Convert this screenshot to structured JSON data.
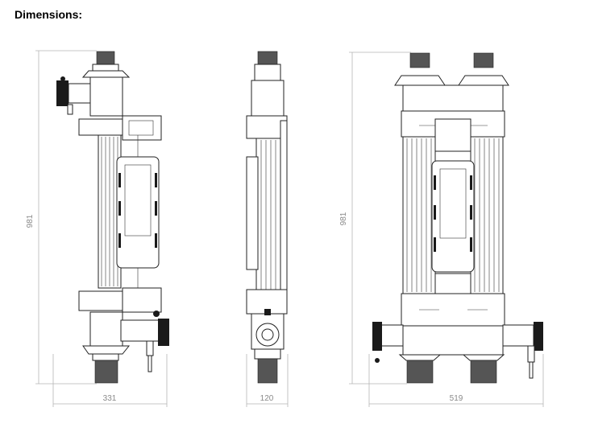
{
  "heading": "Dimensions:",
  "views": {
    "front": {
      "height_label": "981",
      "width_label": "331"
    },
    "side": {
      "width_label": "120"
    },
    "double": {
      "height_label": "981",
      "width_label": "519"
    }
  }
}
